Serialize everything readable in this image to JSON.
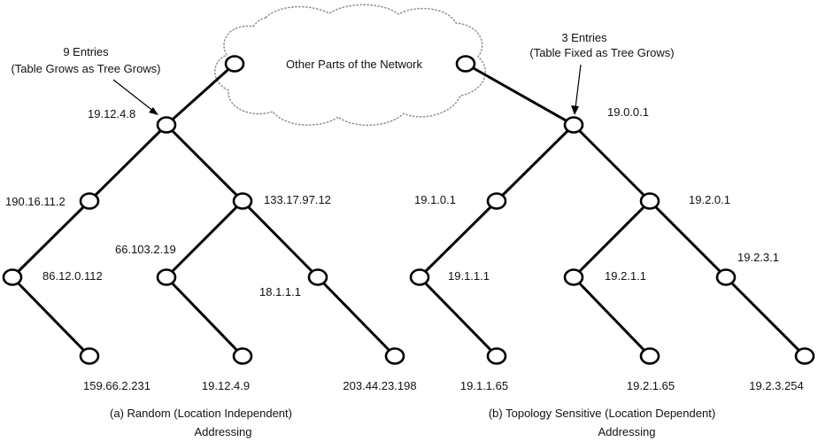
{
  "cloud": {
    "label": "Other Parts of the Network"
  },
  "left": {
    "callout_line1": "9 Entries",
    "callout_line2": "(Table Grows as Tree Grows)",
    "addresses": [
      "19.12.4.8",
      "190.16.11.2",
      "133.17.97.12",
      "86.12.0.112",
      "66.103.2.19",
      "18.1.1.1",
      "159.66.2.231",
      "19.12.4.9",
      "203.44.23.198"
    ],
    "caption_line1": "(a) Random (Location Independent)",
    "caption_line2": "Addressing"
  },
  "right": {
    "callout_line1": "3 Entries",
    "callout_line2": "(Table Fixed as Tree Grows)",
    "addresses": [
      "19.0.0.1",
      "19.1.0.1",
      "19.2.0.1",
      "19.1.1.1",
      "19.2.1.1",
      "19.2.3.1",
      "19.1.1.65",
      "19.2.1.65",
      "19.2.3.254"
    ],
    "caption_line1": "(b) Topology Sensitive (Location Dependent)",
    "caption_line2": "Addressing"
  }
}
